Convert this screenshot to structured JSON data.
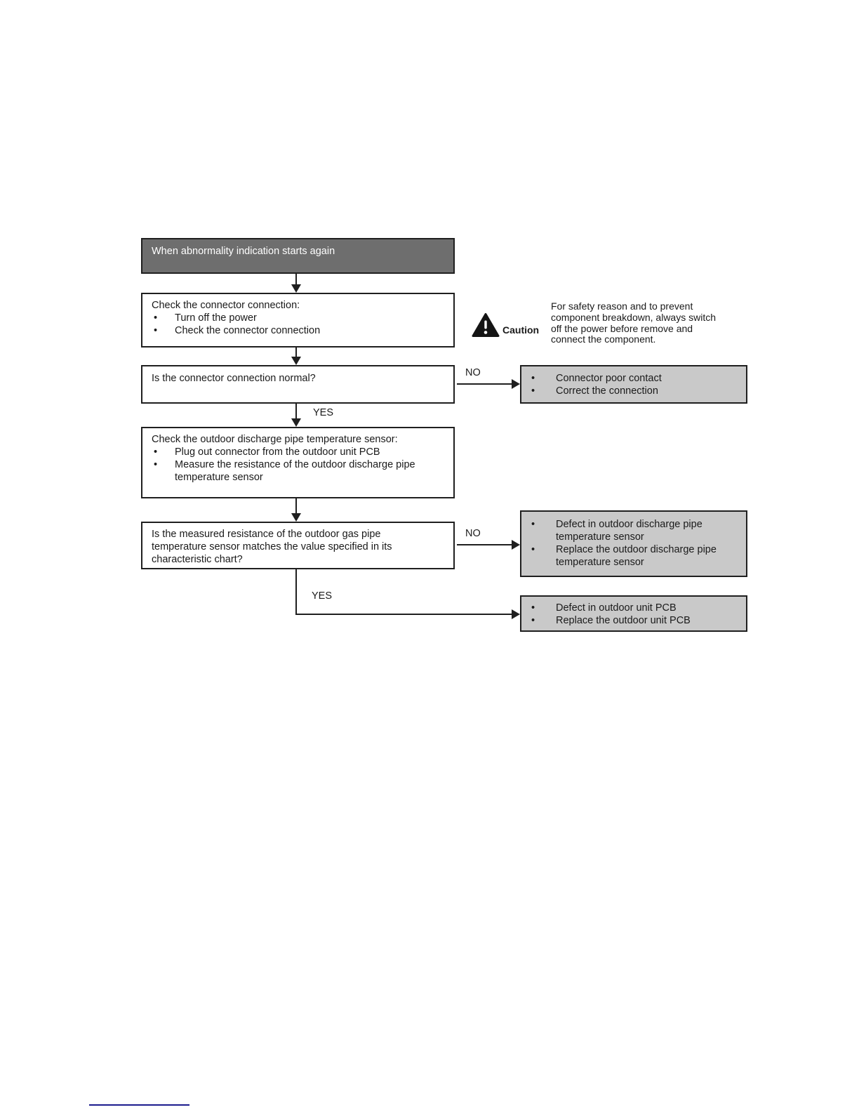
{
  "colors": {
    "start_box_bg": "#6e6e6e",
    "start_box_text": "#ffffff",
    "result_box_bg": "#c9c9c9",
    "box_border": "#1f1f1f",
    "line": "#1f1f1f",
    "footer_rule": "#1b1b8e"
  },
  "flowchart": {
    "start": {
      "label": "When abnormality indication starts again"
    },
    "check_connector": {
      "heading": "Check the connector connection:",
      "bullets": [
        "Turn off the power",
        "Check the connector connection"
      ]
    },
    "caution": {
      "icon": "warning-triangle-icon",
      "label": "Caution",
      "lines": [
        "For safety reason and to prevent",
        "component breakdown, always switch",
        "off the power before remove and",
        "connect the component."
      ]
    },
    "decision_connector": {
      "question": "Is the connector connection normal?",
      "no_label": "NO",
      "yes_label": "YES"
    },
    "result_connector": {
      "bullets": [
        "Connector poor contact",
        "Correct the connection"
      ]
    },
    "check_sensor": {
      "heading": "Check the outdoor discharge pipe temperature sensor:",
      "bullets": [
        "Plug out connector from the outdoor unit PCB",
        "Measure the resistance of the outdoor discharge pipe temperature sensor"
      ]
    },
    "decision_resistance": {
      "question": "Is the measured resistance of the outdoor gas pipe temperature sensor matches the value specified in its characteristic chart?",
      "no_label": "NO",
      "yes_label": "YES"
    },
    "result_sensor": {
      "bullets": [
        "Defect in outdoor discharge pipe temperature sensor",
        "Replace the outdoor discharge pipe temperature sensor"
      ]
    },
    "result_pcb": {
      "bullets": [
        "Defect in outdoor unit PCB",
        "Replace the outdoor unit PCB"
      ]
    }
  }
}
